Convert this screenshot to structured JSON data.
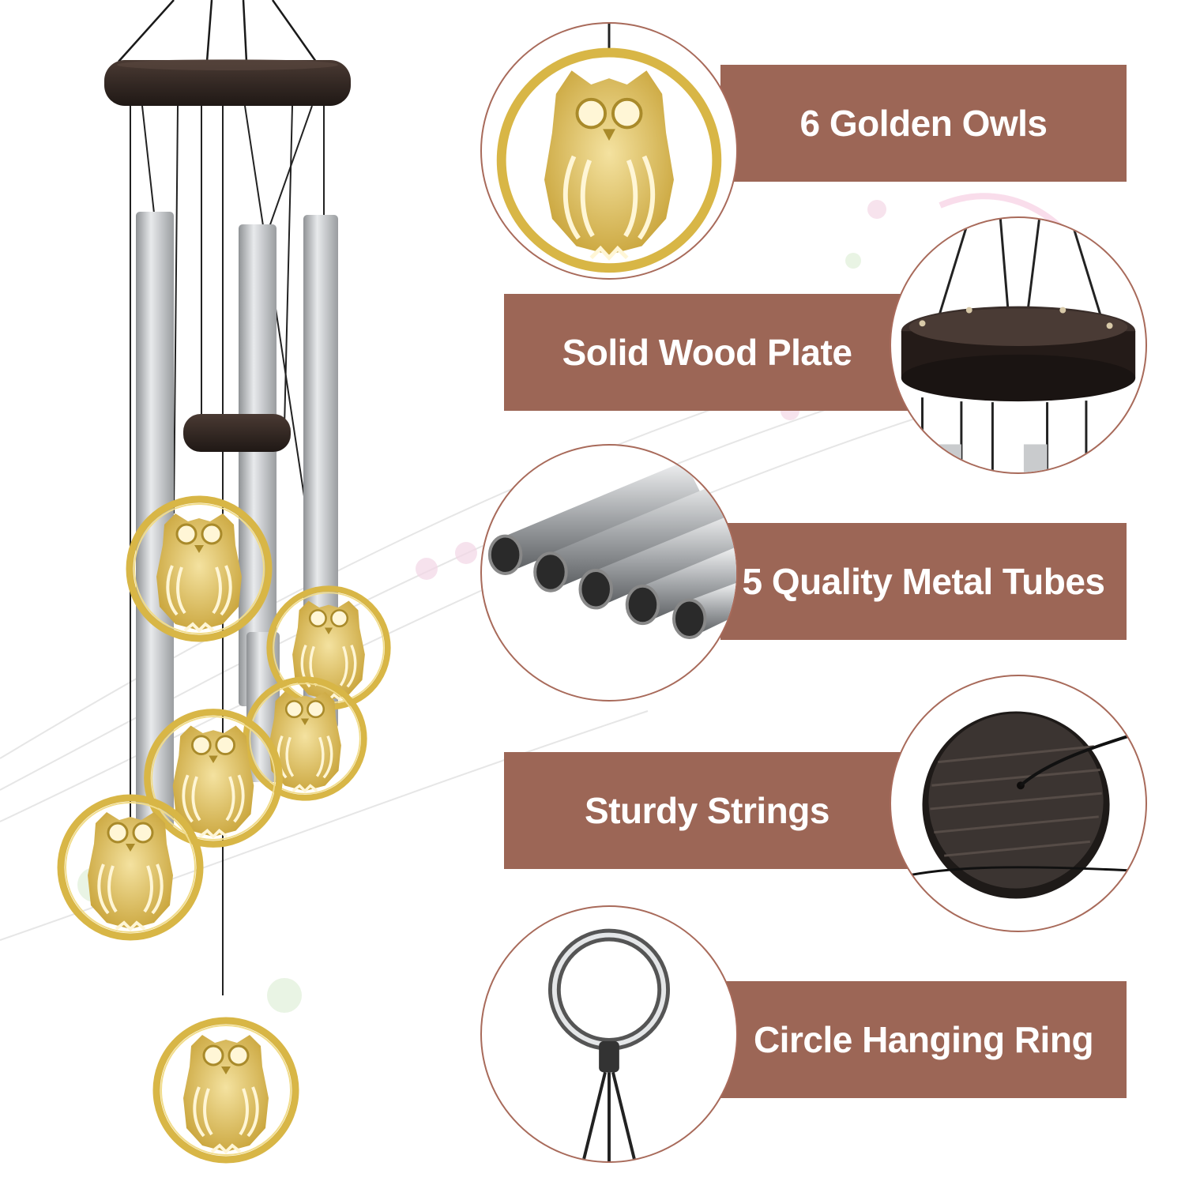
{
  "colors": {
    "banner": "#9c6656",
    "outline": "#a86a5a",
    "gold": "#d9b84a",
    "wood": "#2b211d",
    "tube": "#c9cbcd"
  },
  "features": [
    {
      "label": "6 Golden Owls",
      "icon": "owl-medallion-icon"
    },
    {
      "label": "Solid Wood Plate",
      "icon": "wood-plate-icon"
    },
    {
      "label": "5 Quality Metal Tubes",
      "icon": "metal-tubes-icon"
    },
    {
      "label": "Sturdy Strings",
      "icon": "string-disc-icon"
    },
    {
      "label": "Circle Hanging Ring",
      "icon": "hanging-ring-icon"
    }
  ]
}
